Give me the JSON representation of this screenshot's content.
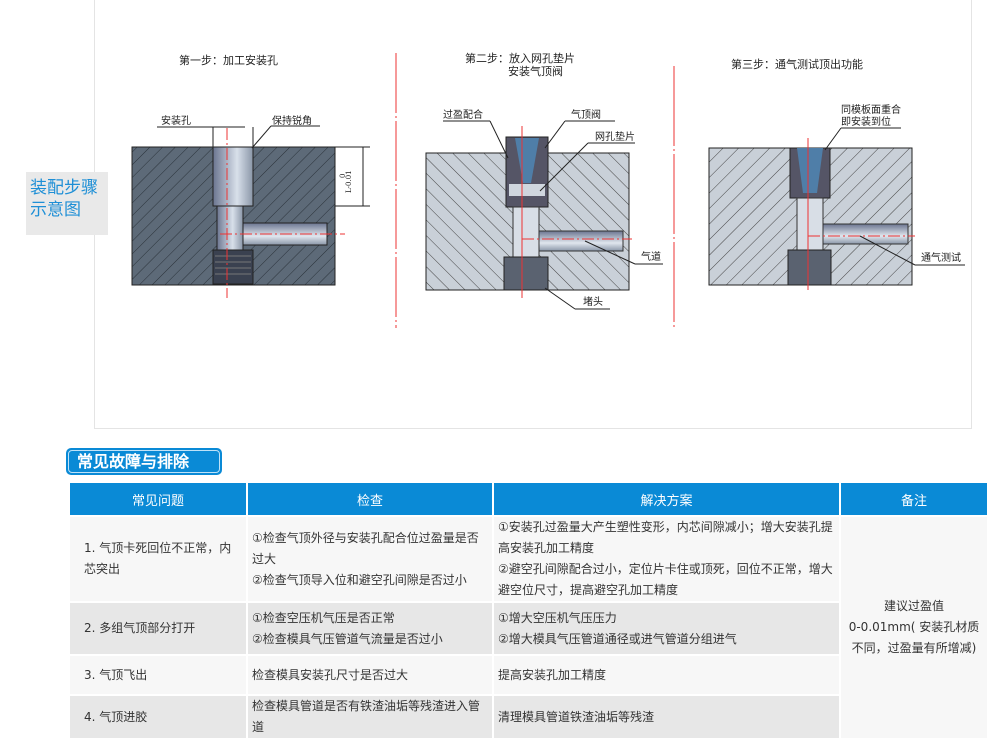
{
  "side_label": "装配步骤示意图",
  "steps": [
    {
      "title": "第一步：加工安装孔",
      "labels": [
        "安装孔",
        "保持锐角",
        "L-0.01",
        "0"
      ]
    },
    {
      "title_line1": "第二步：放入网孔垫片",
      "title_line2": "安装气顶阀",
      "labels": [
        "过盈配合",
        "气顶阀",
        "网孔垫片",
        "气道",
        "堵头"
      ]
    },
    {
      "title": "第三步：通气测试顶出功能",
      "labels": [
        "同模板面重合",
        "即安装到位",
        "通气测试"
      ]
    }
  ],
  "section_title": "常见故障与排除",
  "table": {
    "headers": [
      "常见问题",
      "检查",
      "解决方案",
      "备注"
    ],
    "rows": [
      {
        "problem": "1. 气顶卡死回位不正常，内芯突出",
        "check": [
          "①检查气顶外径与安装孔配合位过盈量是否过大",
          "②检查气顶导入位和避空孔间隙是否过小"
        ],
        "solution": [
          "①安装孔过盈量大产生塑性变形，内芯间隙减小；增大安装孔提高安装孔加工精度",
          "②避空孔间隙配合过小，定位片卡住或顶死，回位不正常，增大避空位尺寸，提高避空孔加工精度"
        ]
      },
      {
        "problem": "2. 多组气顶部分打开",
        "check": [
          "①检查空压机气压是否正常",
          "②检查模具气压管道气流量是否过小"
        ],
        "solution": [
          "①增大空压机气压压力",
          "②增大模具气压管道通径或进气管道分组进气"
        ]
      },
      {
        "problem": "3. 气顶飞出",
        "check": [
          "检查模具安装孔尺寸是否过大"
        ],
        "solution": [
          "提高安装孔加工精度"
        ]
      },
      {
        "problem": "4. 气顶进胶",
        "check": [
          "检查模具管道是否有铁渣油垢等残渣进入管道"
        ],
        "solution": [
          "清理模具管道铁渣油垢等残渣"
        ]
      }
    ],
    "note": [
      "建议过盈值",
      "0-0.01mm( 安装孔材质不同，过盈量有所增减)"
    ]
  }
}
